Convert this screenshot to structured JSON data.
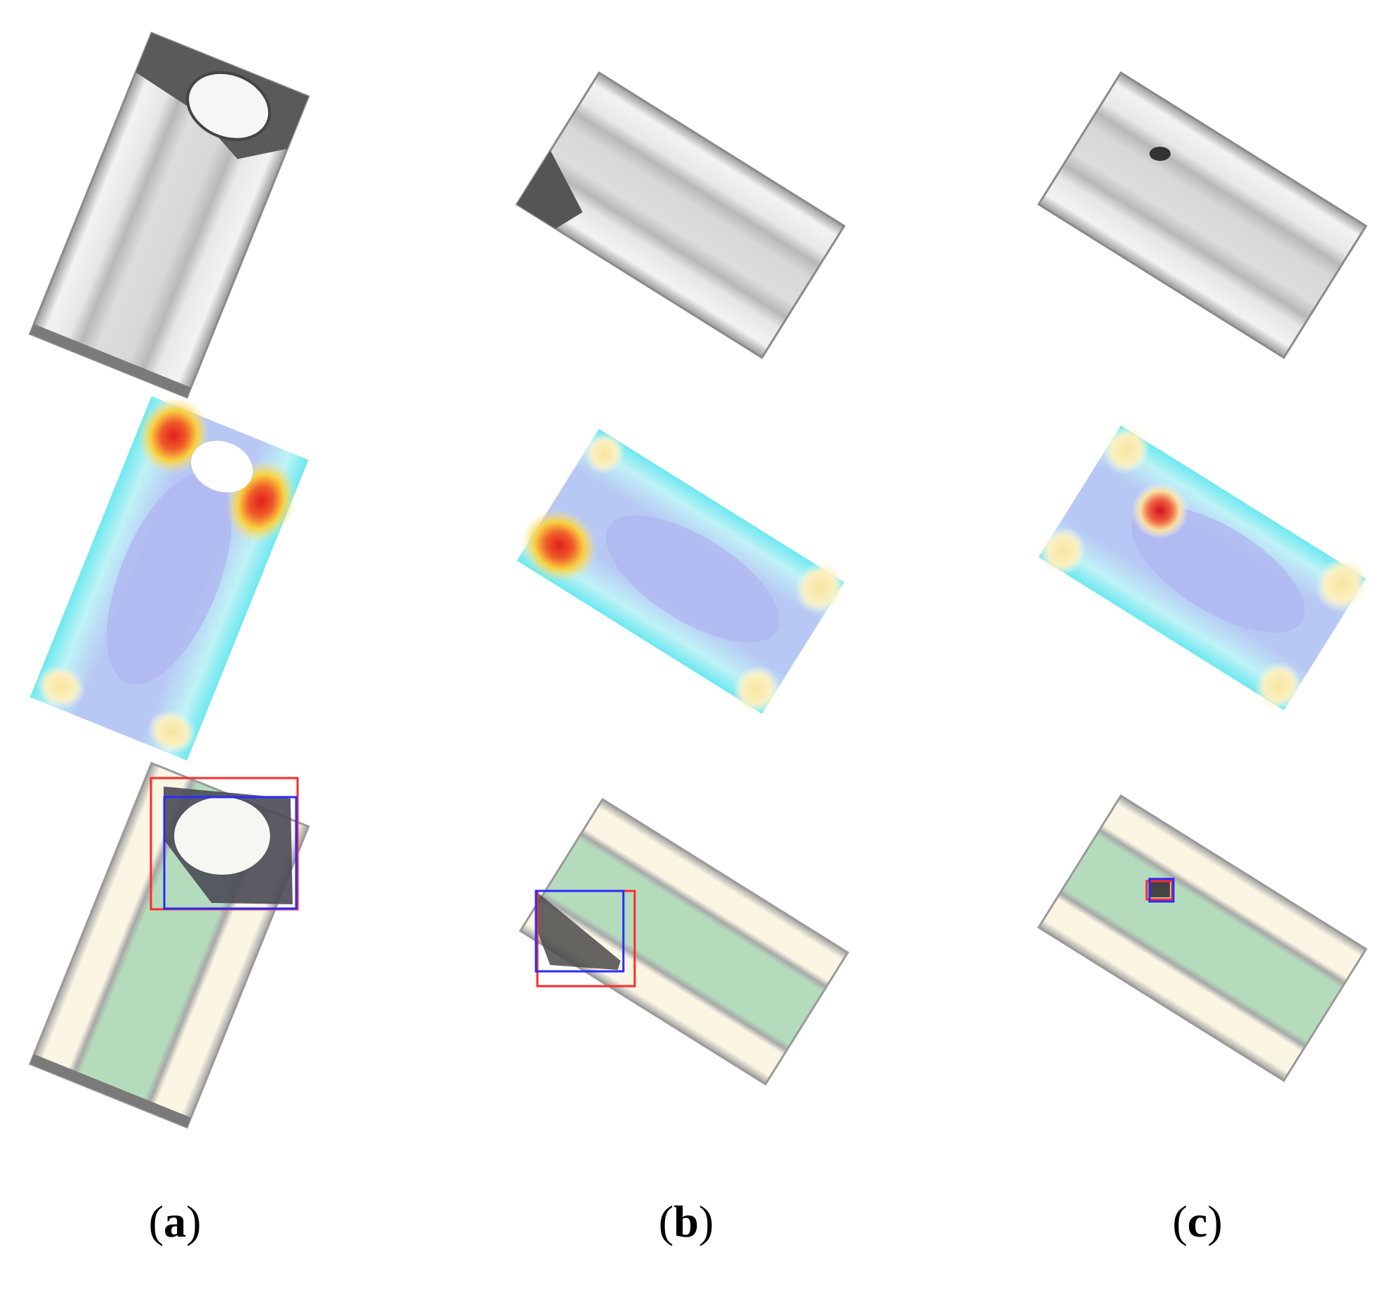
{
  "figure": {
    "columns": [
      {
        "id": "a",
        "label_open": "(",
        "label_letter": "a",
        "label_close": ")",
        "defect": "chipped-corner"
      },
      {
        "id": "b",
        "label_open": "(",
        "label_letter": "b",
        "label_close": ")",
        "defect": "edge-crack"
      },
      {
        "id": "c",
        "label_open": "(",
        "label_letter": "c",
        "label_close": ")",
        "defect": "spot"
      }
    ],
    "rows": [
      "grayscale-image",
      "heatmap-overlay",
      "segmentation-with-boxes"
    ],
    "colors": {
      "ground_truth_box": "#ff2a2a",
      "prediction_box": "#2a2aff",
      "segmentation_fill": "#a8d8b0",
      "segmentation_stripe": "#fbf6e4"
    }
  }
}
